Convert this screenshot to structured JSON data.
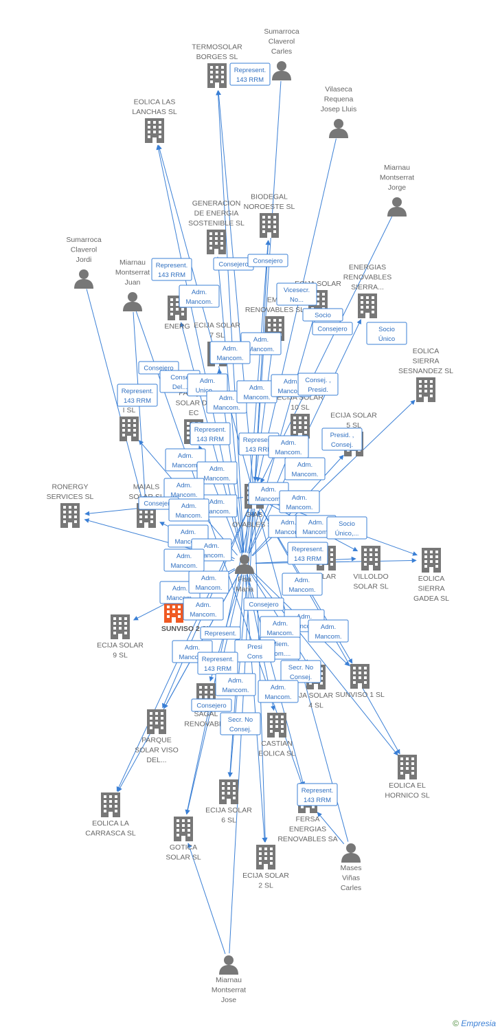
{
  "nodes": [
    {
      "id": "termosolar_borges",
      "type": "company",
      "label": [
        "TERMOSOLAR",
        "BORGES SL"
      ]
    },
    {
      "id": "sumarroca_carles",
      "type": "person",
      "label": [
        "Sumarroca",
        "Claverol",
        "Carles"
      ]
    },
    {
      "id": "vilaseca",
      "type": "person",
      "label": [
        "Vilaseca",
        "Requena",
        "Josep Lluis"
      ]
    },
    {
      "id": "eolica_lanchas",
      "type": "company",
      "label": [
        "EOLICA LAS",
        "LANCHAS SL"
      ]
    },
    {
      "id": "miarnau_jorge",
      "type": "person",
      "label": [
        "Miarnau",
        "Montserrat",
        "Jorge"
      ]
    },
    {
      "id": "generacion_sostenible",
      "type": "company",
      "label": [
        "GENERACION",
        "DE ENERGIA",
        "SOSTENIBLE SL"
      ]
    },
    {
      "id": "biodegal",
      "type": "company",
      "label": [
        "BIODEGAL",
        "NOROESTE SL"
      ]
    },
    {
      "id": "sumarroca_jordi",
      "type": "person",
      "label": [
        "Sumarroca",
        "Claverol",
        "Jordi"
      ]
    },
    {
      "id": "miarnau_juan",
      "type": "person",
      "label": [
        "Miarnau",
        "Montserrat",
        "Juan"
      ]
    },
    {
      "id": "energias_sierra",
      "type": "company",
      "label": [
        "ENERGIAS",
        "RENOVABLES",
        "SIERRA..."
      ]
    },
    {
      "id": "energ_partial",
      "type": "company",
      "label": [
        "ENERG"
      ]
    },
    {
      "id": "ecija_solar_top",
      "type": "company",
      "label": [
        "ECIJA SOLAR"
      ]
    },
    {
      "id": "emt_renovables",
      "type": "company",
      "label": [
        "EMT",
        "RENOVABLES SL"
      ]
    },
    {
      "id": "ecija_solar_7",
      "type": "company",
      "label": [
        "ECIJA SOLAR",
        "7 SL"
      ]
    },
    {
      "id": "eolica_sesnandez",
      "type": "company",
      "label": [
        "EOLICA",
        "SIERRA",
        "SESNANDEZ SL"
      ]
    },
    {
      "id": "ecija_left",
      "type": "company",
      "label": [
        "EC",
        "I SL"
      ]
    },
    {
      "id": "parque_solar_de",
      "type": "company",
      "label": [
        "PARQUE",
        "SOLAR DE",
        "EC"
      ]
    },
    {
      "id": "ecija_solar_10",
      "type": "company",
      "label": [
        "ECIJA SOLAR",
        "10 SL"
      ]
    },
    {
      "id": "ecija_solar_5",
      "type": "company",
      "label": [
        "ECIJA SOLAR",
        "5 SL"
      ]
    },
    {
      "id": "center_renovables",
      "type": "company",
      "label": [
        "GIAS",
        "OVABLES SL"
      ]
    },
    {
      "id": "ronergy",
      "type": "company",
      "label": [
        "RONERGY",
        "SERVICES  SL"
      ]
    },
    {
      "id": "maials",
      "type": "company",
      "label": [
        "MAIALS",
        "SOLAR SL"
      ]
    },
    {
      "id": "villoldo",
      "type": "company",
      "label": [
        "VILLOLDO",
        "SOLAR SL"
      ]
    },
    {
      "id": "eolica_gadea",
      "type": "company",
      "label": [
        "EOLICA",
        "SIERRA",
        "GADEA SL"
      ]
    },
    {
      "id": "fisa_maria",
      "type": "person",
      "label": [
        "Fisa",
        "Maria"
      ]
    },
    {
      "id": "solar_right",
      "type": "company",
      "label": [
        "OLAR"
      ]
    },
    {
      "id": "sunviso2",
      "type": "focus",
      "label": [
        "SUNVISO 2 SL"
      ]
    },
    {
      "id": "ecija_solar_9",
      "type": "company",
      "label": [
        "ECIJA SOLAR",
        "9 SL"
      ]
    },
    {
      "id": "ecija_solar_4",
      "type": "company",
      "label": [
        "JA SOLAR",
        "4 SL"
      ]
    },
    {
      "id": "sunviso1",
      "type": "company",
      "label": [
        "SUNVISO 1 SL"
      ]
    },
    {
      "id": "sagal_renovables",
      "type": "company",
      "label": [
        "SAGAL",
        "RENOVABLE"
      ]
    },
    {
      "id": "parque_viso",
      "type": "company",
      "label": [
        "PARQUE",
        "SOLAR VISO",
        "DEL..."
      ]
    },
    {
      "id": "castian",
      "type": "company",
      "label": [
        "CASTIAN",
        "EOLICA SL"
      ]
    },
    {
      "id": "eolica_hornico",
      "type": "company",
      "label": [
        "EOLICA EL",
        "HORNICO SL"
      ]
    },
    {
      "id": "eolica_carrasca",
      "type": "company",
      "label": [
        "EOLICA LA",
        "CARRASCA SL"
      ]
    },
    {
      "id": "ecija_solar_6",
      "type": "company",
      "label": [
        "ECIJA SOLAR",
        "6 SL"
      ]
    },
    {
      "id": "fersa",
      "type": "company",
      "label": [
        "FERSA",
        "ENERGIAS",
        "RENOVABLES SA"
      ]
    },
    {
      "id": "gotica",
      "type": "company",
      "label": [
        "GOTICA",
        "SOLAR SL"
      ]
    },
    {
      "id": "ecija_solar_2",
      "type": "company",
      "label": [
        "ECIJA SOLAR",
        "2 SL"
      ]
    },
    {
      "id": "mases",
      "type": "person",
      "label": [
        "Mases",
        "Viñas",
        "Carles"
      ]
    },
    {
      "id": "miarnau_jose",
      "type": "person",
      "label": [
        "Miarnau",
        "Montserrat",
        "Jose"
      ]
    }
  ],
  "edge_labels": [
    [
      "Represent.",
      "143 RRM"
    ],
    [
      "Represent.",
      "143 RRM"
    ],
    [
      "Consejero"
    ],
    [
      "Consejero"
    ],
    [
      "Adm.",
      "Mancom."
    ],
    [
      "Vicesecr.",
      "No..."
    ],
    [
      "Socio"
    ],
    [
      "Consejero"
    ],
    [
      "Socio",
      "Único"
    ],
    [
      "Adm.",
      "Mancom."
    ],
    [
      "Adm.",
      "Mancom."
    ],
    [
      "Consejero"
    ],
    [
      "Conse",
      "Del..."
    ],
    [
      "Adm.",
      "Unico,..."
    ],
    [
      "Adm.",
      "Mancom."
    ],
    [
      "Adm.",
      "Mancom."
    ],
    [
      "Adm.",
      "Mancom."
    ],
    [
      "Consej. ,",
      "Presid."
    ],
    [
      "Represent.",
      "143 RRM"
    ],
    [
      "Represent.",
      "143 RRM"
    ],
    [
      "Represent.",
      "143 RRM"
    ],
    [
      "Adm.",
      "Mancom."
    ],
    [
      "Adm.",
      "Mancom."
    ],
    [
      "Adm.",
      "Mancom."
    ],
    [
      "Presid. ,",
      "Consej."
    ],
    [
      "Adm.",
      "Mancom."
    ],
    [
      "Adm.",
      "Mancom."
    ],
    [
      "Adm.",
      "Mancom."
    ],
    [
      "Adm.",
      "Mancom."
    ],
    [
      "Consejero"
    ],
    [
      "Adm.",
      "Mancom."
    ],
    [
      "Adm.",
      "Mancom."
    ],
    [
      "Adm.",
      "Mancom."
    ],
    [
      "Adm.",
      "Mancom."
    ],
    [
      "Socio",
      "Único,..."
    ],
    [
      "Adm.",
      "Mancom."
    ],
    [
      "Adm.",
      "Mancom."
    ],
    [
      "Represent.",
      "143 RRM"
    ],
    [
      "Adm.",
      "Mancom."
    ],
    [
      "Adm.",
      "Mancom."
    ],
    [
      "Adm.",
      "Mancom."
    ],
    [
      "Adm.",
      "Mancom."
    ],
    [
      "Consejero"
    ],
    [
      "Adm.",
      "Mancom."
    ],
    [
      "Adm.",
      "Mancom."
    ],
    [
      "Represent."
    ],
    [
      "Adm.",
      "Mancom."
    ],
    [
      "Miem.",
      "Com...."
    ],
    [
      "Adm.",
      "Mancom."
    ],
    [
      "Presi",
      "Cons"
    ],
    [
      "Secr.  No",
      "Consej."
    ],
    [
      "Adm.",
      "Mancom."
    ],
    [
      "Represent.",
      "143 RRM"
    ],
    [
      "Adm.",
      "Mancom."
    ],
    [
      "Adm.",
      "Mancom."
    ],
    [
      "Consejero"
    ],
    [
      "Secr.  No",
      "Consej."
    ],
    [
      "Represent.",
      "143 RRM"
    ]
  ],
  "footer": {
    "copyright": "©",
    "brand": "Empresia"
  }
}
